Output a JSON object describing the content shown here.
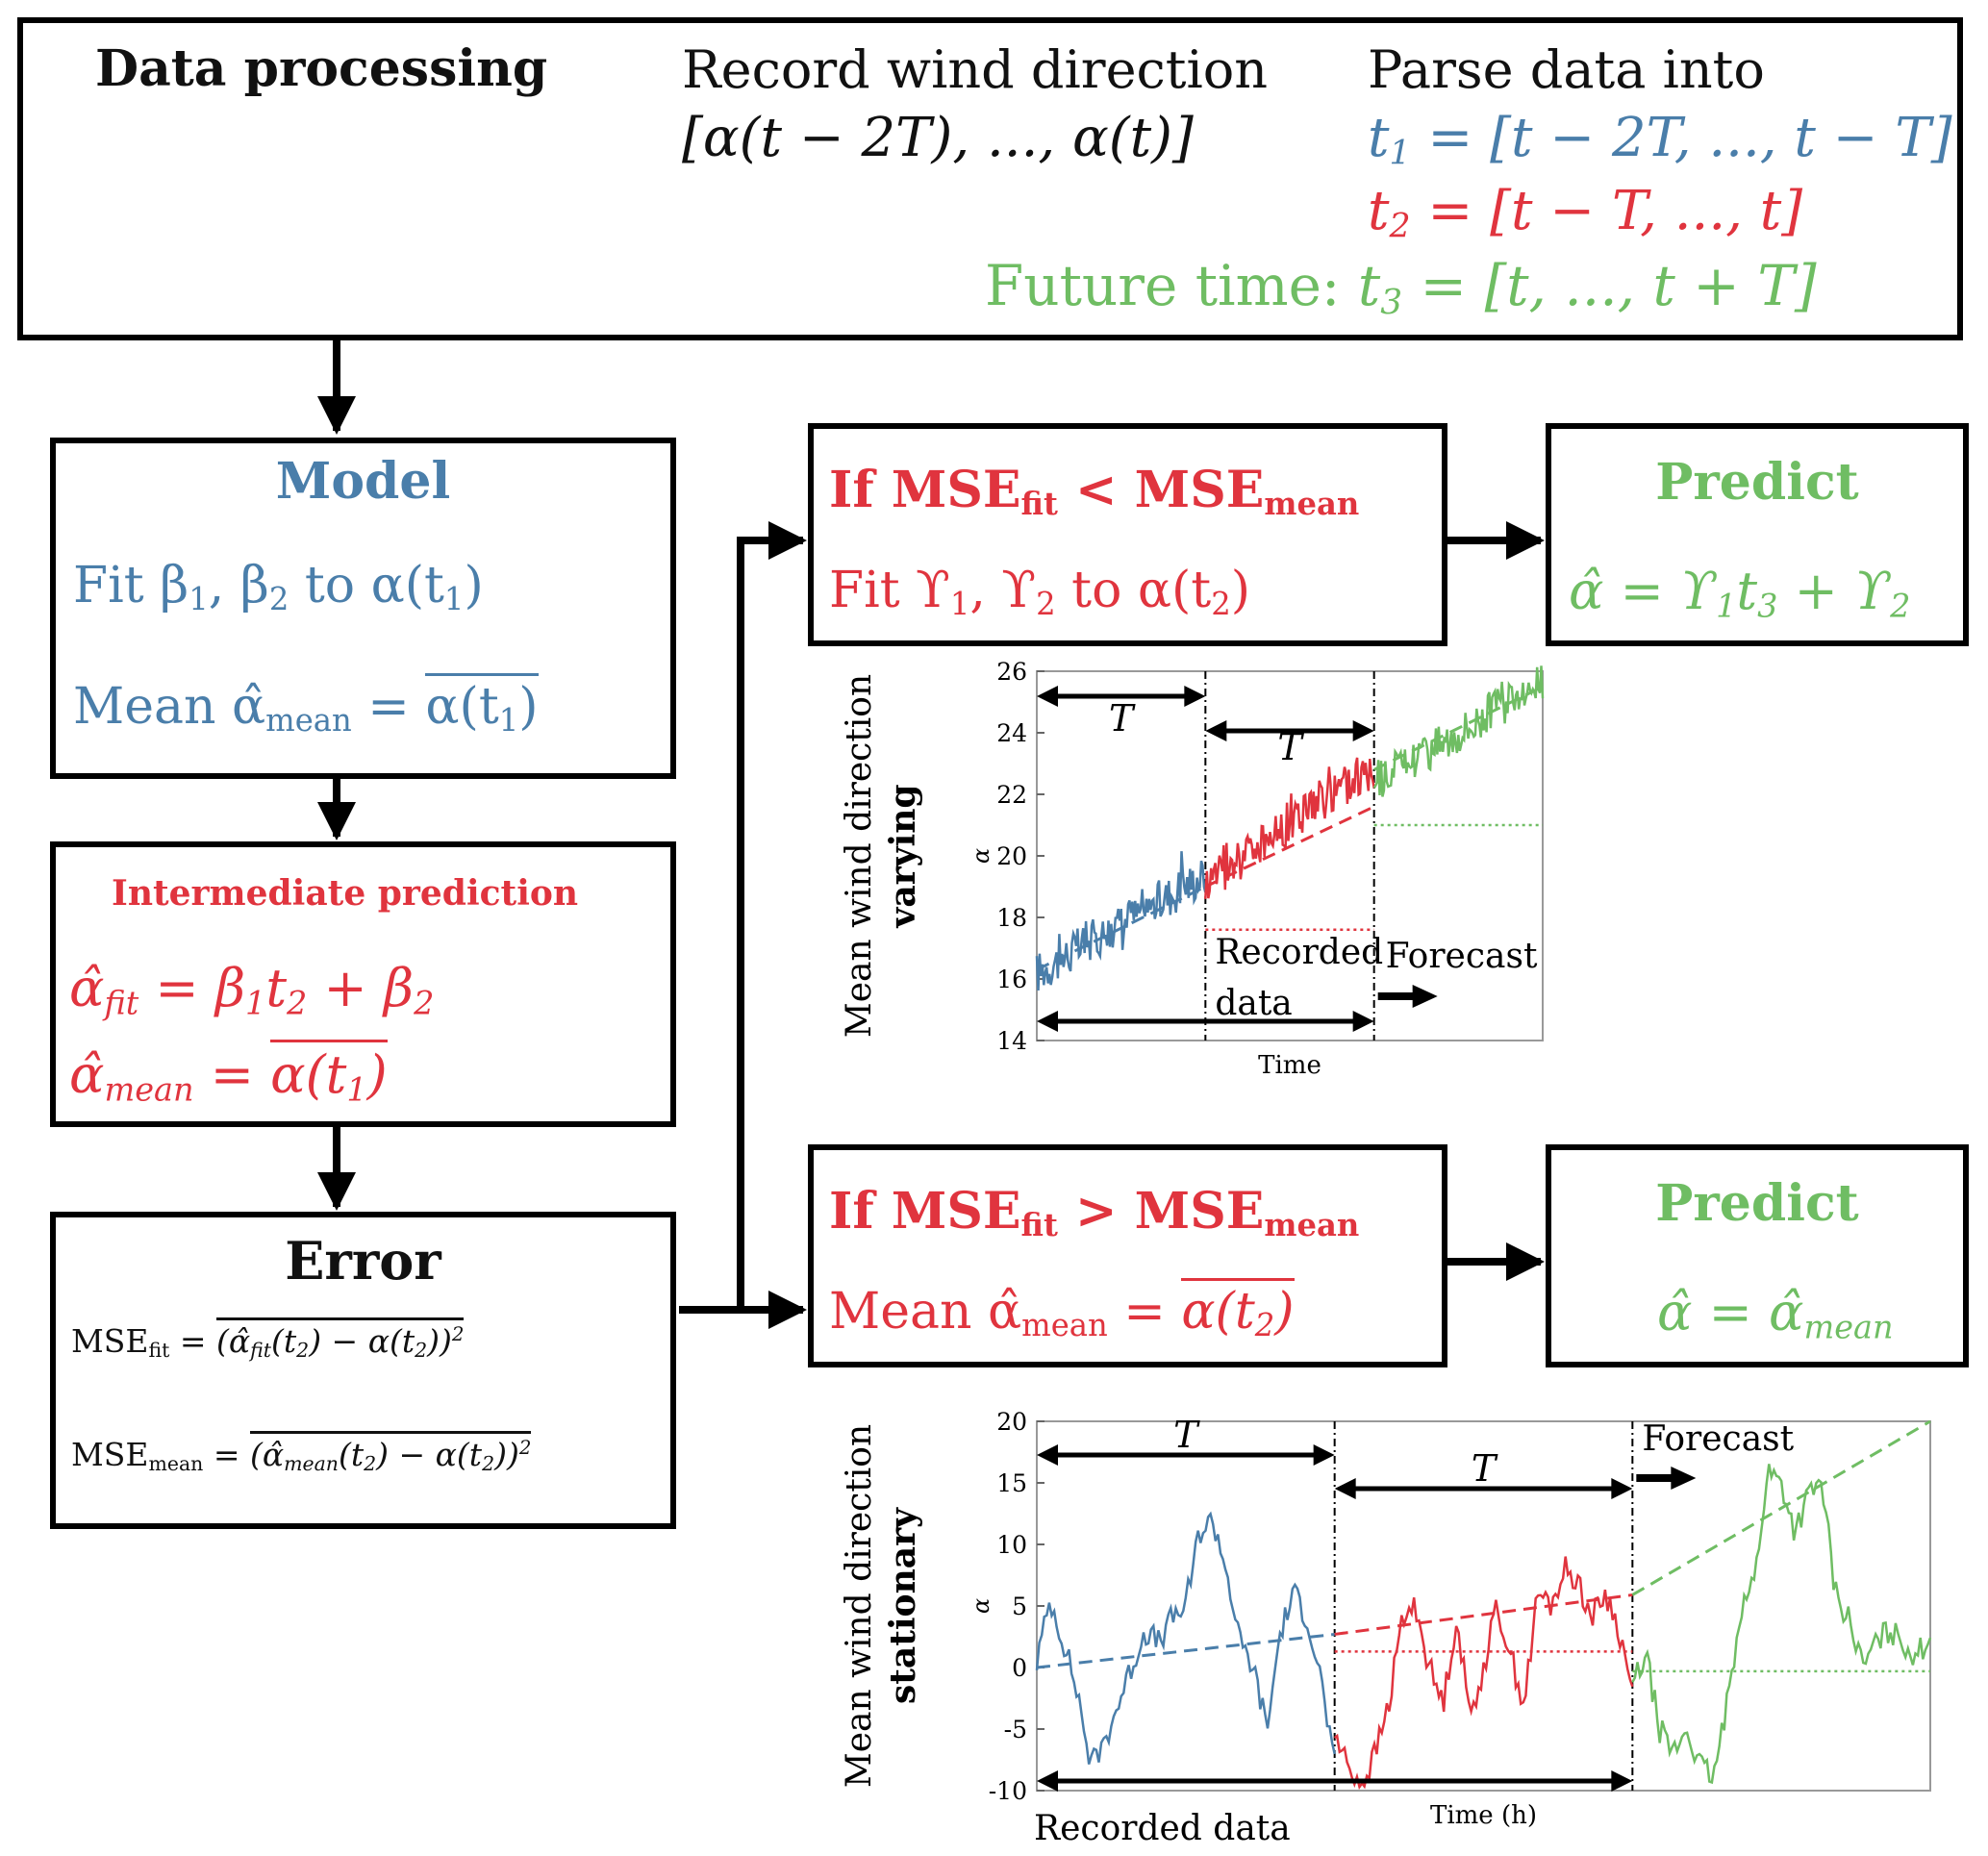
{
  "data_processing": {
    "title": "Data processing",
    "record_label": "Record wind direction",
    "record_formula": "[α(t − 2T), ..., α(t)]",
    "parse_label": "Parse data into",
    "t1_lhs": "t",
    "t1_sub": "1",
    "t1_rhs": " = [t − 2T, ..., t − T]",
    "t2_lhs": "t",
    "t2_sub": "2",
    "t2_rhs": " = [t − T, ..., t]",
    "future_label": "Future time: ",
    "t3_lhs": "t",
    "t3_sub": "3",
    "t3_rhs": " = [t, ..., t + T]"
  },
  "model": {
    "title": "Model",
    "fit_text": "Fit β",
    "fit_sub1": "1",
    "fit_mid": ",  β",
    "fit_sub2": "2",
    "fit_end": " to α(t",
    "fit_sub3": "1",
    "fit_close": ")",
    "mean_text": "Mean α̂",
    "mean_sub": "mean",
    "mean_eq": " = ",
    "mean_over": "α(t",
    "mean_over_sub": "1",
    "mean_over_close": ")"
  },
  "intermediate": {
    "title": "Intermediate prediction",
    "fit_lhs": "α̂",
    "fit_lhs_sub": "fit",
    "fit_rhs": " = β",
    "fit_b1": "1",
    "fit_t": "t",
    "fit_t2": "2",
    "fit_plus": " + β",
    "fit_b2": "2",
    "mean_lhs": "α̂",
    "mean_lhs_sub": "mean",
    "mean_eq": " = ",
    "mean_over": "α(t",
    "mean_over_sub": "1",
    "mean_over_close": ")"
  },
  "error": {
    "title": "Error",
    "mse_fit_lhs": "MSE",
    "mse_fit_sub": "fit",
    "mse_fit_eq": " = ",
    "mse_fit_over": "(α̂",
    "mse_fit_over_sub": "fit",
    "mse_fit_over_rest": "(t",
    "mse_fit_over_t": "2",
    "mse_fit_over_rest2": ") − α(t",
    "mse_fit_over_t2": "2",
    "mse_fit_over_close": "))",
    "mse_fit_sup": "2",
    "mse_mean_lhs": "MSE",
    "mse_mean_sub": "mean",
    "mse_mean_eq": " = ",
    "mse_mean_over": "(α̂",
    "mse_mean_over_sub": "mean",
    "mse_mean_over_rest": "(t",
    "mse_mean_over_t": "2",
    "mse_mean_over_rest2": ") − α(t",
    "mse_mean_over_t2": "2",
    "mse_mean_over_close": "))",
    "mse_mean_sup": "2"
  },
  "cond_fit": {
    "title_a": "If MSE",
    "title_a_sub": "fit",
    "title_op": " < MSE",
    "title_b_sub": "mean",
    "line_a": "Fit ϒ",
    "line_a_sub1": "1",
    "line_a_mid": ",  ϒ",
    "line_a_sub2": "2",
    "line_a_end": " to α(t",
    "line_a_sub3": "2",
    "line_a_close": ")"
  },
  "cond_mean": {
    "title_a": "If MSE",
    "title_a_sub": "fit",
    "title_op": " > MSE",
    "title_b_sub": "mean",
    "line_a": "Mean α̂",
    "line_a_sub": "mean",
    "line_a_eq": " = ",
    "line_a_over": "α(t",
    "line_a_over_sub": "2",
    "line_a_over_close": ")"
  },
  "predict_fit": {
    "title": "Predict",
    "eq_a": "α̂ = ϒ",
    "eq_sub1": "1",
    "eq_t": "t",
    "eq_t3": "3",
    "eq_plus": " + ϒ",
    "eq_sub2": "2"
  },
  "predict_mean": {
    "title": "Predict",
    "eq_a": "α̂ = α̂",
    "eq_sub": "mean"
  },
  "colors": {
    "blue": "#4a7eaa",
    "red": "#e0343e",
    "green": "#6fbd63",
    "black": "#000000"
  },
  "chart_data": [
    {
      "type": "line",
      "ylabel_line1": "Mean wind direction",
      "ylabel_line2": "varying",
      "yaxis_symbol": "α",
      "xlabel": "Time",
      "ylim": [
        14,
        26
      ],
      "yticks": [
        "14",
        "16",
        "18",
        "20",
        "22",
        "24",
        "26"
      ],
      "period_label": "T",
      "recorded_label_1": "Recorded",
      "recorded_label_2": "data",
      "forecast_label": "Forecast",
      "segments": [
        {
          "name": "t1",
          "color": "#4a7eaa",
          "start": 16.2,
          "end": 19.4,
          "noise": 0.7,
          "trend_start": 16.3,
          "trend_end": 19.0
        },
        {
          "name": "t2",
          "color": "#e0343e",
          "start": 19.2,
          "end": 22.9,
          "noise": 0.8,
          "trend_start": 19.0,
          "trend_end": 21.6,
          "mean": 17.6
        },
        {
          "name": "t3",
          "color": "#6fbd63",
          "start": 22.4,
          "end": 25.7,
          "noise": 0.7,
          "trend_start": 22.8,
          "trend_end": 25.5,
          "mean": 21.0
        }
      ]
    },
    {
      "type": "line",
      "ylabel_line1": "Mean wind direction",
      "ylabel_line2": "stationary",
      "yaxis_symbol": "α",
      "xlabel": "Time (h)",
      "ylim": [
        -10,
        20
      ],
      "yticks": [
        "-10",
        "-5",
        "0",
        "5",
        "10",
        "15",
        "20"
      ],
      "period_label": "T",
      "recorded_label": "Recorded data",
      "forecast_label": "Forecast",
      "segments": [
        {
          "name": "t1",
          "color": "#4a7eaa",
          "keypoints": [
            0.5,
            5.5,
            2,
            -2,
            -8,
            -6,
            -3,
            0,
            3,
            2,
            4,
            5,
            11,
            12,
            8,
            2,
            0,
            -5,
            3,
            6,
            4,
            -1,
            -8
          ],
          "trend_start": 0.0,
          "trend_end": 2.7
        },
        {
          "name": "t2",
          "color": "#e0343e",
          "keypoints": [
            -5.5,
            -8,
            -9.5,
            -7,
            -3,
            4,
            5,
            0,
            -3,
            4,
            -4,
            0,
            5,
            1,
            -3,
            6,
            5,
            8,
            7,
            4,
            6,
            3,
            -2
          ],
          "trend_start": 2.7,
          "trend_end": 5.9,
          "mean": 1.3
        },
        {
          "name": "t3",
          "color": "#6fbd63",
          "keypoints": [
            -1.5,
            1,
            -5,
            -7,
            -5,
            -8,
            -9,
            -3,
            5,
            7,
            16,
            15,
            11,
            14,
            15,
            6,
            4,
            0,
            2,
            3,
            2,
            1,
            2.5
          ],
          "trend_start": 5.9,
          "trend_end": 20.0,
          "mean": -0.3
        }
      ]
    }
  ]
}
